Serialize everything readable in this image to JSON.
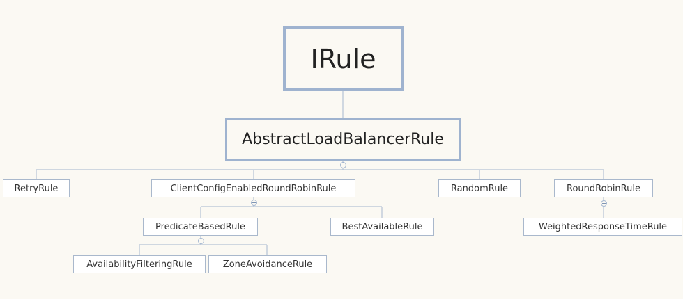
{
  "diagram": {
    "root": "IRule",
    "abstract": "AbstractLoadBalancerRule",
    "level2": {
      "retry": "RetryRule",
      "client_config": "ClientConfigEnabledRoundRobinRule",
      "random": "RandomRule",
      "round_robin": "RoundRobinRule"
    },
    "level3": {
      "predicate": "PredicateBasedRule",
      "best_available": "BestAvailableRule",
      "weighted": "WeightedResponseTimeRule"
    },
    "level4": {
      "availability": "AvailabilityFilteringRule",
      "zone_avoidance": "ZoneAvoidanceRule"
    }
  },
  "colors": {
    "background": "#fbf9f3",
    "connector": "#b5c3d5",
    "node_border": "#a9b8cc",
    "root_border": "#9fb3cf"
  }
}
